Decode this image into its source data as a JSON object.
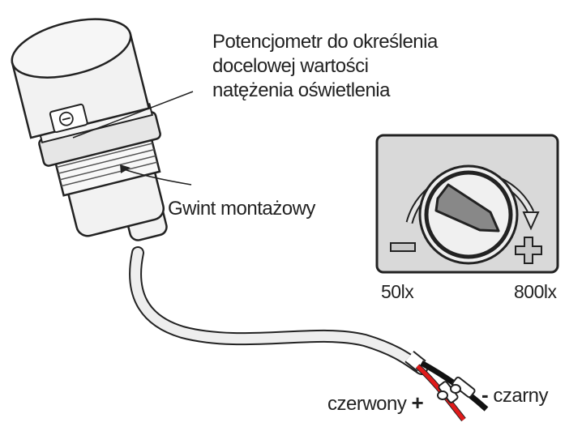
{
  "labels": {
    "potentiometer": [
      "Potencjometr do określenia",
      "docelowej wartości",
      "natężenia oświetlenia"
    ],
    "thread": "Gwint montażowy",
    "scale_min": "50lx",
    "scale_max": "800lx",
    "wire_positive": "czerwony",
    "wire_positive_sign": "+",
    "wire_negative": "czarny",
    "wire_negative_sign": "-"
  },
  "colors": {
    "body": "#f2f2f2",
    "outline": "#222222",
    "knob_panel": "#d9d9d9",
    "wire_red": "#e01b1b",
    "wire_black": "#111111",
    "cable": "#eeeeee"
  },
  "icons": [
    "minus-icon",
    "plus-icon",
    "clockwise-arrow-icon"
  ]
}
